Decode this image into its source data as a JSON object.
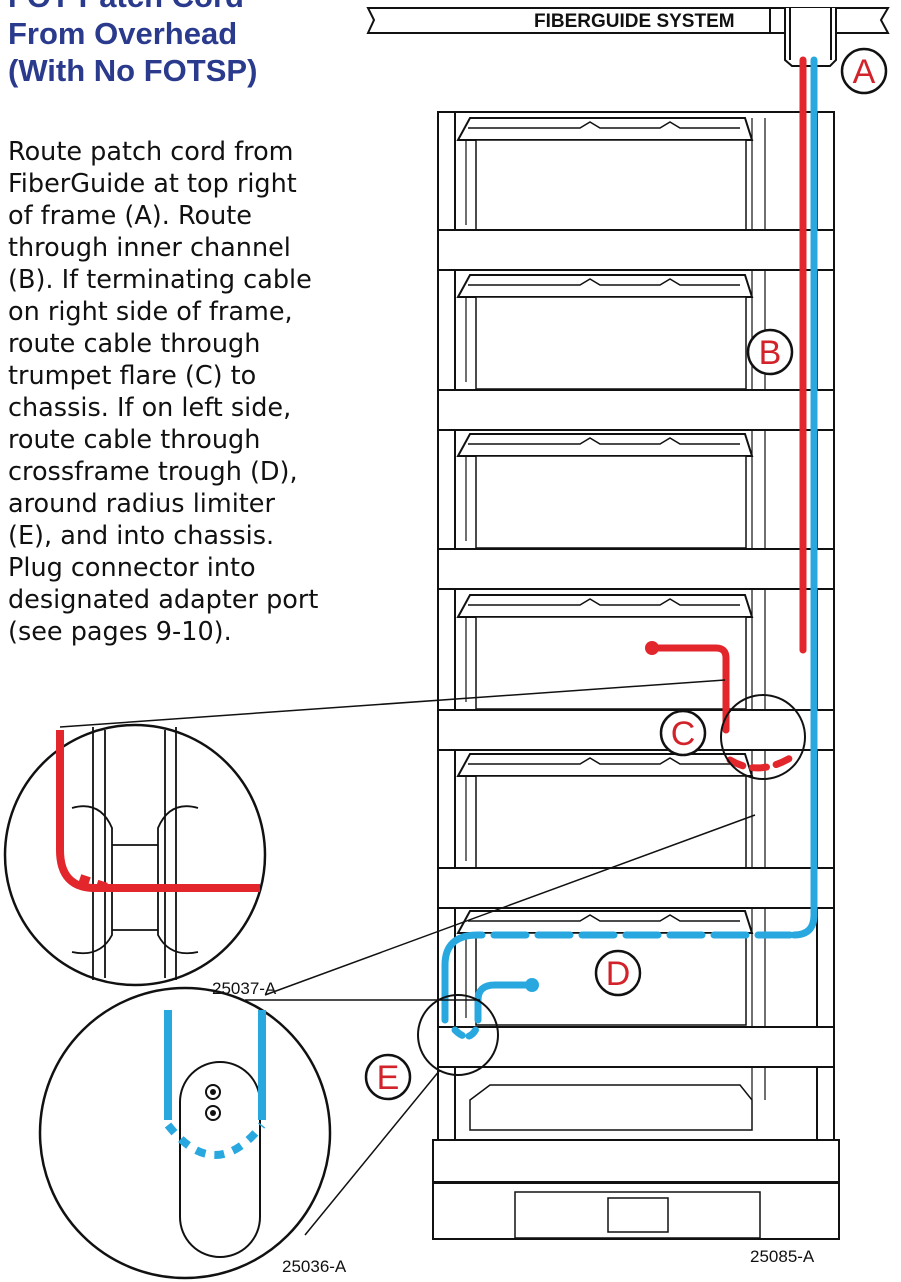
{
  "heading": {
    "lines": [
      "FOT Patch Cord",
      "From Overhead",
      "(With No FOTSP)"
    ]
  },
  "instructions": {
    "lines": [
      "Route patch cord from",
      "FiberGuide at top right",
      "of frame (A). Route",
      "through inner channel",
      "(B). If terminating cable",
      "on right side of frame,",
      "route cable through",
      "trumpet flare (C) to",
      "chassis. If on left side,",
      "route cable through",
      "crossframe trough (D),",
      "around radius limiter",
      "(E), and into chassis.",
      "Plug connector into",
      "designated adapter port",
      "(see pages 9-10)."
    ]
  },
  "fiberguide": {
    "label": "FIBERGUIDE SYSTEM"
  },
  "callouts": {
    "a": "A",
    "b": "B",
    "c": "C",
    "d": "D",
    "e": "E"
  },
  "figure_numbers": {
    "main": "25085-A",
    "detail_c": "25037-A",
    "detail_e": "25036-A"
  },
  "colors": {
    "red_cord": "#e2262b",
    "blue_cord": "#29a8e0",
    "heading": "#2a3a8c",
    "callout": "#d2232a"
  }
}
